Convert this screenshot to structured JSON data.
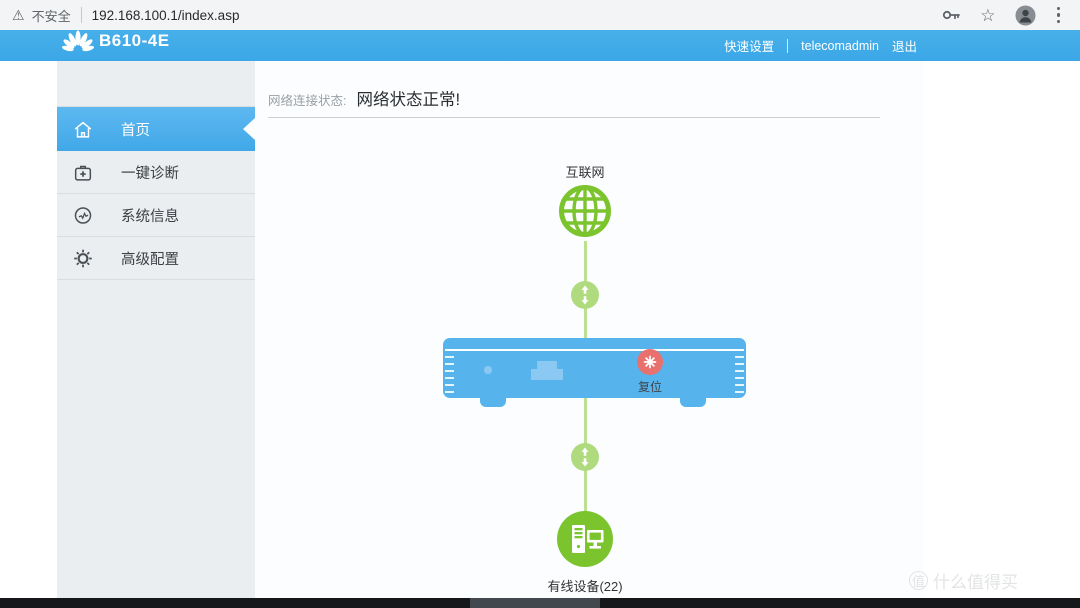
{
  "browser": {
    "warning_glyph": "⚠",
    "security_label": "不安全",
    "url": "192.168.100.1/index.asp",
    "star_glyph": "☆"
  },
  "header": {
    "device_model": "B610-4E",
    "quick_setup_label": "快速设置",
    "username": "telecomadmin",
    "logout_label": "退出"
  },
  "sidebar": {
    "items": [
      {
        "label": "首页",
        "icon": "home-icon",
        "active": true
      },
      {
        "label": "一键诊断",
        "icon": "one-key-diagnosis-icon",
        "active": false
      },
      {
        "label": "系统信息",
        "icon": "system-info-icon",
        "active": false
      },
      {
        "label": "高级配置",
        "icon": "advanced-config-icon",
        "active": false
      }
    ]
  },
  "main": {
    "status_label": "网络连接状态:",
    "status_value": "网络状态正常!",
    "topology": {
      "internet_label": "互联网",
      "router_reset_label": "复位",
      "wired_devices_label": "有线设备(22)"
    }
  },
  "watermark": {
    "badge": "值",
    "text": "什么值得买"
  },
  "colors": {
    "header_blue": "#41ACE9",
    "active_item_blue": "#4FB0EB",
    "sidebar_bg": "#EAEEF1",
    "router_blue": "#56B3EC",
    "port_blue": "#8BC9F2",
    "reset_red": "#E8716E",
    "globe_green": "#7CC42E",
    "line_green": "#BCDF90",
    "flow_badge_green": "#AFDB7E"
  }
}
